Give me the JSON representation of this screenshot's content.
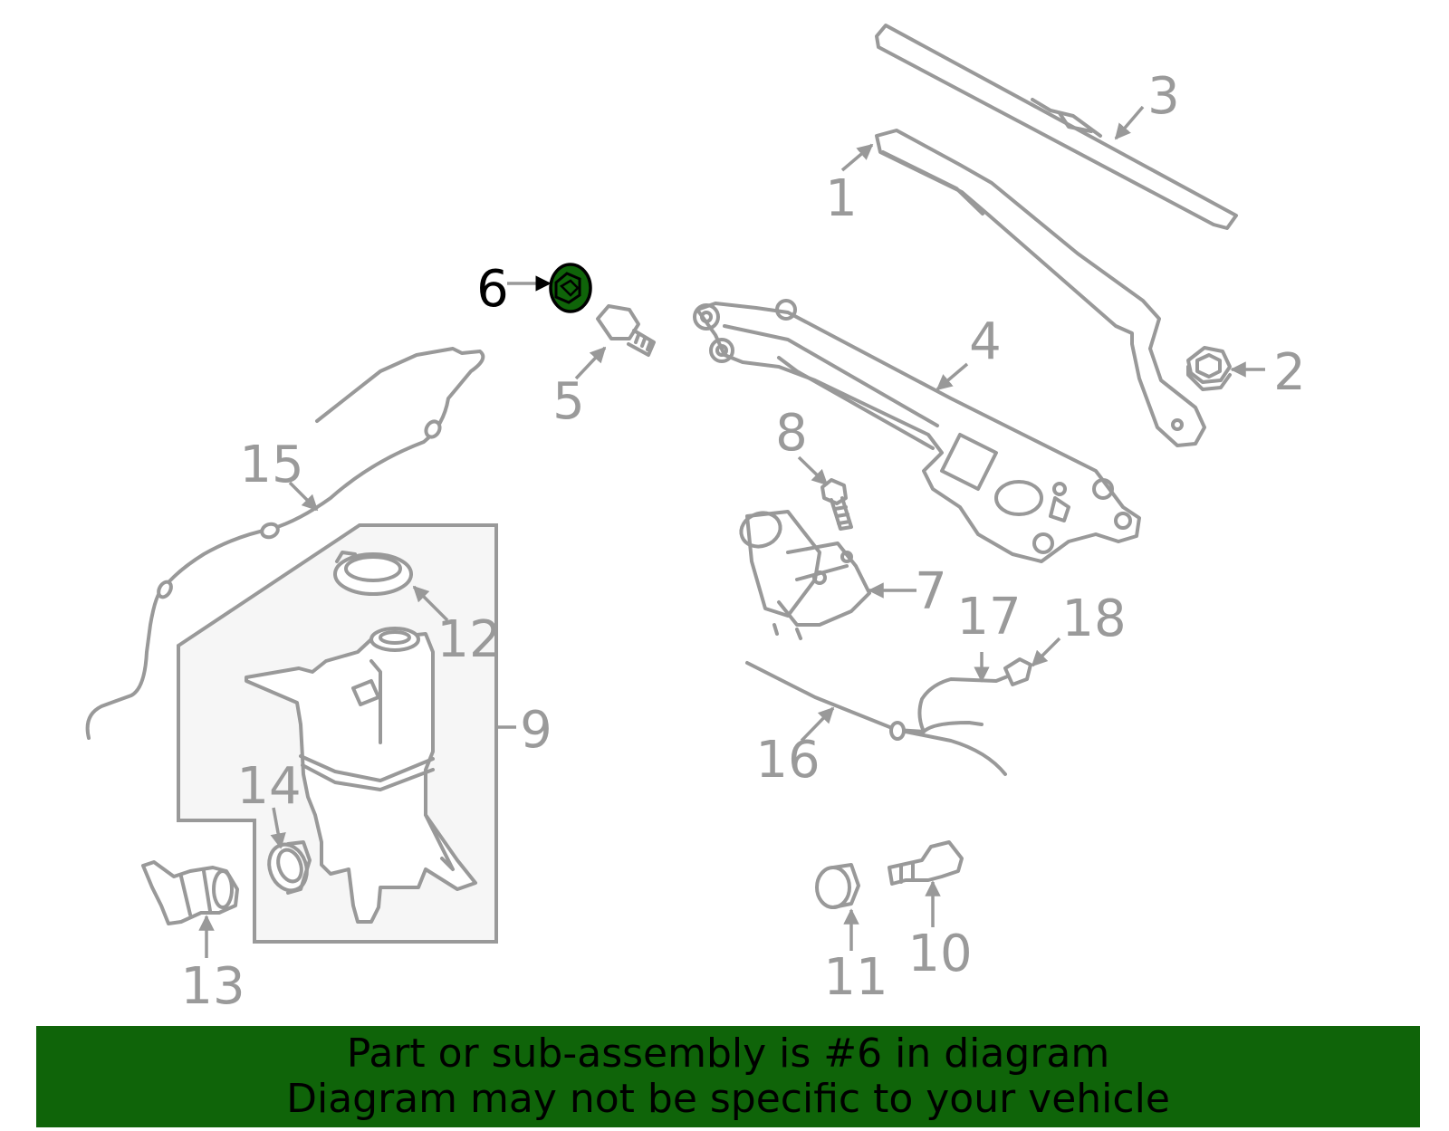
{
  "diagram": {
    "callouts": {
      "c1": "1",
      "c2": "2",
      "c3": "3",
      "c4": "4",
      "c5": "5",
      "c6": "6",
      "c7": "7",
      "c8": "8",
      "c9": "9",
      "c10": "10",
      "c11": "11",
      "c12": "12",
      "c13": "13",
      "c14": "14",
      "c15": "15",
      "c16": "16",
      "c17": "17",
      "c18": "18"
    },
    "highlighted_part": "6",
    "colors": {
      "line": "#999999",
      "highlight_fill": "#0f6409",
      "banner_bg": "#0f6409",
      "panel_bg": "#f6f6f6"
    }
  },
  "banner": {
    "line1": "Part or sub-assembly is #6 in diagram",
    "line2": "Diagram may not be specific to your vehicle"
  }
}
